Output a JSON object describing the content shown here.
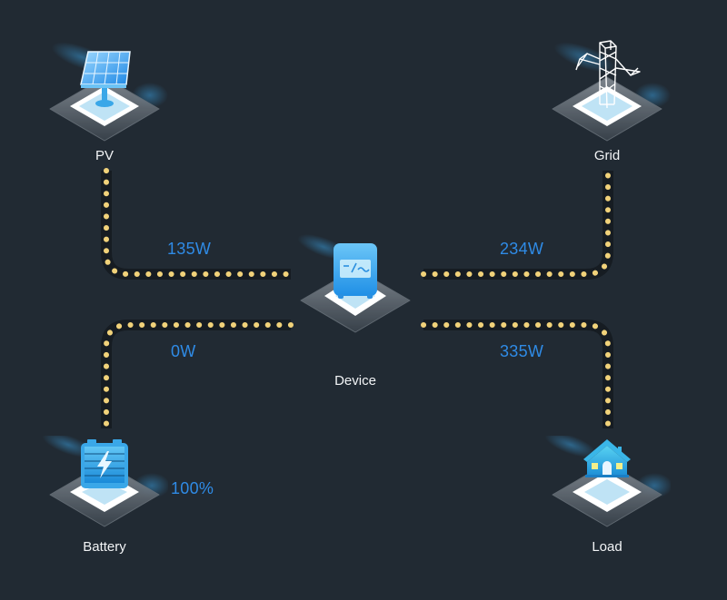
{
  "nodes": {
    "pv": {
      "label": "PV",
      "icon": "solar-panel-icon"
    },
    "grid": {
      "label": "Grid",
      "icon": "power-tower-icon"
    },
    "device": {
      "label": "Device",
      "icon": "inverter-icon"
    },
    "battery": {
      "label": "Battery",
      "icon": "battery-icon",
      "soc": "100%"
    },
    "load": {
      "label": "Load",
      "icon": "house-icon"
    }
  },
  "flows": {
    "pv_to_device": "135W",
    "grid_to_device": "234W",
    "battery_to_device": "0W",
    "device_to_load": "335W"
  },
  "colors": {
    "background": "#212a33",
    "value_text": "#2f8be6",
    "flow_dot": "#f1d27a",
    "flow_track": "#161c22",
    "label_text": "#f2f4f6"
  }
}
